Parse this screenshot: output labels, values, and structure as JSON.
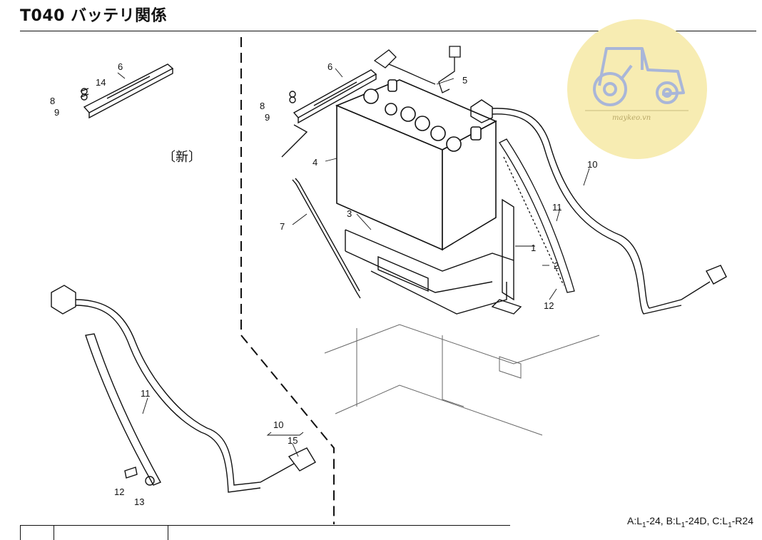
{
  "title": "T040 バッテリ関係",
  "new_tag": "〔新〕",
  "watermark": {
    "text": "maykeo.vn",
    "circle_color": "#f7ecb2",
    "icon_color": "#a9b6d8"
  },
  "callouts": [
    "1",
    "2",
    "3",
    "4",
    "5",
    "6",
    "6",
    "7",
    "8",
    "8",
    "9",
    "9",
    "10",
    "10",
    "11",
    "11",
    "12",
    "12",
    "13",
    "14",
    "15"
  ],
  "footer_note": {
    "a": "A:L",
    "a_sub": "1",
    "a_rest": "-24,",
    "b": "B:L",
    "b_sub": "1",
    "b_rest": "-24D,",
    "c": "C:L",
    "c_sub": "1",
    "c_rest": "-R24"
  }
}
